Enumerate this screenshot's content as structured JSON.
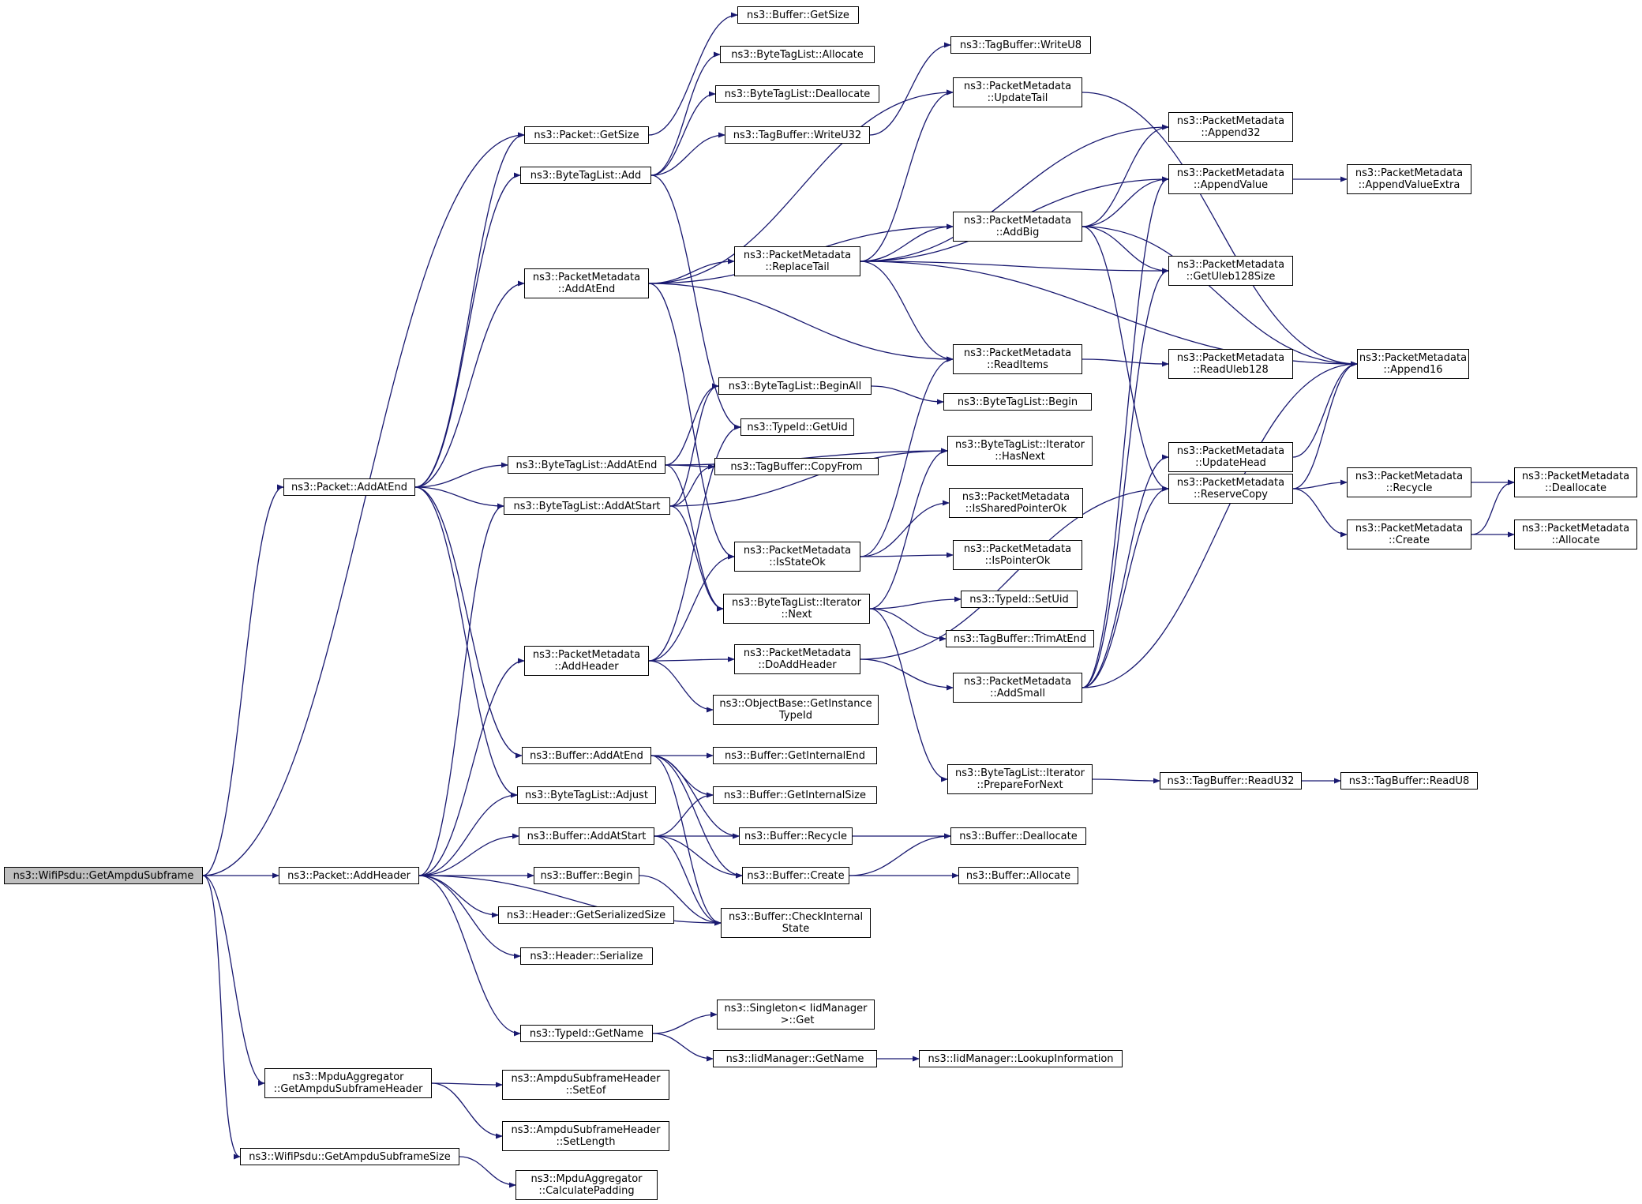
{
  "colors": {
    "edge": "#191970",
    "node_border": "#000000",
    "node_fill": "#ffffff",
    "root_fill": "#bfbfbf"
  },
  "nodes": {
    "n0": [
      "ns3::WifiPsdu::GetAmpduSubframe"
    ],
    "n1": [
      "ns3::Packet::AddAtEnd"
    ],
    "n2": [
      "ns3::Packet::AddHeader"
    ],
    "n3": [
      "ns3::MpduAggregator",
      "::GetAmpduSubframeHeader"
    ],
    "n4": [
      "ns3::WifiPsdu::GetAmpduSubframeSize"
    ],
    "n5": [
      "ns3::Packet::GetSize"
    ],
    "n6": [
      "ns3::ByteTagList::Add"
    ],
    "n7": [
      "ns3::PacketMetadata",
      "::AddAtEnd"
    ],
    "n8": [
      "ns3::ByteTagList::AddAtEnd"
    ],
    "n9": [
      "ns3::ByteTagList::AddAtStart"
    ],
    "n10": [
      "ns3::PacketMetadata",
      "::AddHeader"
    ],
    "n11": [
      "ns3::Buffer::AddAtEnd"
    ],
    "n12": [
      "ns3::ByteTagList::Adjust"
    ],
    "n13": [
      "ns3::Buffer::AddAtStart"
    ],
    "n14": [
      "ns3::Buffer::Begin"
    ],
    "n15": [
      "ns3::Header::GetSerializedSize"
    ],
    "n16": [
      "ns3::Header::Serialize"
    ],
    "n17": [
      "ns3::TypeId::GetName"
    ],
    "n18": [
      "ns3::AmpduSubframeHeader",
      "::SetEof"
    ],
    "n19": [
      "ns3::AmpduSubframeHeader",
      "::SetLength"
    ],
    "n20": [
      "ns3::MpduAggregator",
      "::CalculatePadding"
    ],
    "n21": [
      "ns3::Buffer::GetSize"
    ],
    "n22": [
      "ns3::ByteTagList::Allocate"
    ],
    "n23": [
      "ns3::ByteTagList::Deallocate"
    ],
    "n24": [
      "ns3::TagBuffer::WriteU32"
    ],
    "n25": [
      "ns3::PacketMetadata",
      "::ReplaceTail"
    ],
    "n26": [
      "ns3::ByteTagList::BeginAll"
    ],
    "n27": [
      "ns3::TypeId::GetUid"
    ],
    "n28": [
      "ns3::TagBuffer::CopyFrom"
    ],
    "n29": [
      "ns3::PacketMetadata",
      "::IsStateOk"
    ],
    "n30": [
      "ns3::ByteTagList::Iterator",
      "::Next"
    ],
    "n31": [
      "ns3::PacketMetadata",
      "::DoAddHeader"
    ],
    "n32": [
      "ns3::ObjectBase::GetInstance",
      "TypeId"
    ],
    "n33": [
      "ns3::Buffer::GetInternalEnd"
    ],
    "n34": [
      "ns3::Buffer::GetInternalSize"
    ],
    "n35": [
      "ns3::Buffer::Recycle"
    ],
    "n36": [
      "ns3::Buffer::Create"
    ],
    "n37": [
      "ns3::Buffer::CheckInternal",
      "State"
    ],
    "n38": [
      "ns3::Singleton< IidManager",
      " >::Get"
    ],
    "n39": [
      "ns3::IidManager::GetName"
    ],
    "n40": [
      "ns3::TagBuffer::WriteU8"
    ],
    "n41": [
      "ns3::PacketMetadata",
      "::UpdateTail"
    ],
    "n42": [
      "ns3::PacketMetadata",
      "::AddBig"
    ],
    "n43": [
      "ns3::PacketMetadata",
      "::ReadItems"
    ],
    "n44": [
      "ns3::ByteTagList::Begin"
    ],
    "n45": [
      "ns3::ByteTagList::Iterator",
      "::HasNext"
    ],
    "n46": [
      "ns3::PacketMetadata",
      "::IsSharedPointerOk"
    ],
    "n47": [
      "ns3::PacketMetadata",
      "::IsPointerOk"
    ],
    "n48": [
      "ns3::TypeId::SetUid"
    ],
    "n49": [
      "ns3::TagBuffer::TrimAtEnd"
    ],
    "n50": [
      "ns3::PacketMetadata",
      "::AddSmall"
    ],
    "n51": [
      "ns3::ByteTagList::Iterator",
      "::PrepareForNext"
    ],
    "n52": [
      "ns3::Buffer::Deallocate"
    ],
    "n53": [
      "ns3::Buffer::Allocate"
    ],
    "n54": [
      "ns3::IidManager::LookupInformation"
    ],
    "n55": [
      "ns3::PacketMetadata",
      "::Append32"
    ],
    "n56": [
      "ns3::PacketMetadata",
      "::AppendValue"
    ],
    "n57": [
      "ns3::PacketMetadata",
      "::GetUleb128Size"
    ],
    "n58": [
      "ns3::PacketMetadata",
      "::ReadUleb128"
    ],
    "n59": [
      "ns3::PacketMetadata",
      "::UpdateHead"
    ],
    "n60": [
      "ns3::PacketMetadata",
      "::ReserveCopy"
    ],
    "n61": [
      "ns3::TagBuffer::ReadU32"
    ],
    "n62": [
      "ns3::PacketMetadata",
      "::AppendValueExtra"
    ],
    "n63": [
      "ns3::PacketMetadata",
      "::Append16"
    ],
    "n64": [
      "ns3::PacketMetadata",
      "::Recycle"
    ],
    "n65": [
      "ns3::PacketMetadata",
      "::Create"
    ],
    "n66": [
      "ns3::TagBuffer::ReadU8"
    ],
    "n67": [
      "ns3::PacketMetadata",
      "::Deallocate"
    ],
    "n68": [
      "ns3::PacketMetadata",
      "::Allocate"
    ]
  }
}
